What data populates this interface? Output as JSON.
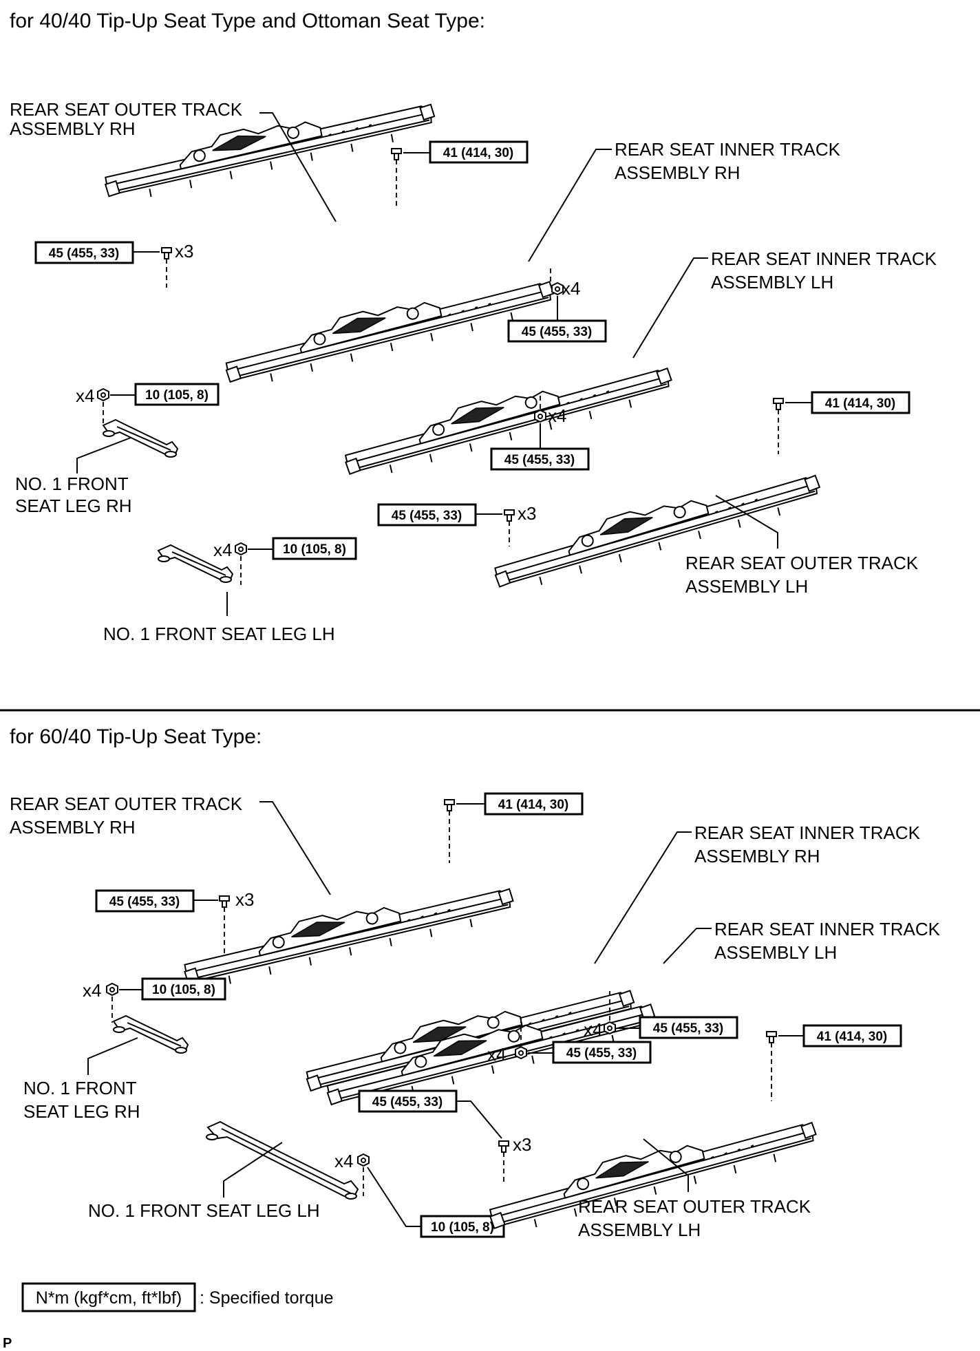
{
  "sections": [
    {
      "header": "for 40/40 Tip-Up Seat Type and Ottoman Seat Type:",
      "labels": {
        "outer_rh": [
          "REAR SEAT OUTER TRACK",
          "ASSEMBLY RH"
        ],
        "inner_rh": [
          "REAR SEAT INNER TRACK",
          "ASSEMBLY RH"
        ],
        "inner_lh": [
          "REAR SEAT INNER TRACK",
          "ASSEMBLY LH"
        ],
        "outer_lh": [
          "REAR SEAT OUTER TRACK",
          "ASSEMBLY LH"
        ],
        "leg_rh": [
          "NO. 1 FRONT",
          "SEAT LEG RH"
        ],
        "leg_lh": [
          "NO. 1 FRONT SEAT LEG LH"
        ]
      },
      "torques": {
        "t41_a": "41 (414, 30)",
        "t45_a": "45 (455, 33)",
        "t45_b": "45 (455, 33)",
        "t10_a": "10 (105, 8)",
        "t45_c": "45 (455, 33)",
        "t41_b": "41 (414, 30)",
        "t45_d": "45 (455, 33)",
        "t10_b": "10 (105, 8)"
      },
      "qty": {
        "q1": "x3",
        "q2": "x4",
        "q3": "x4",
        "q4": "x4",
        "q5": "x3",
        "q6": "x4"
      }
    },
    {
      "header": "for 60/40 Tip-Up Seat Type:",
      "labels": {
        "outer_rh": [
          "REAR SEAT OUTER TRACK",
          "ASSEMBLY RH"
        ],
        "inner_rh": [
          "REAR SEAT INNER TRACK",
          "ASSEMBLY RH"
        ],
        "inner_lh": [
          "REAR SEAT INNER TRACK",
          "ASSEMBLY LH"
        ],
        "outer_lh": [
          "REAR SEAT OUTER TRACK",
          "ASSEMBLY LH"
        ],
        "leg_rh": [
          "NO. 1 FRONT",
          "SEAT LEG RH"
        ],
        "leg_lh": [
          "NO. 1 FRONT SEAT LEG LH"
        ]
      },
      "torques": {
        "t41_a": "41 (414, 30)",
        "t45_a": "45 (455, 33)",
        "t10_a": "10 (105, 8)",
        "t45_b": "45 (455, 33)",
        "t45_c": "45 (455, 33)",
        "t41_b": "41 (414, 30)",
        "t45_d": "45 (455, 33)",
        "t10_b": "10 (105, 8)"
      },
      "qty": {
        "q1": "x3",
        "q2": "x4",
        "q3": "x4",
        "q4": "x4",
        "q5": "x3",
        "q6": "x4"
      }
    }
  ],
  "legend": {
    "unit": "N*m (kgf*cm, ft*lbf)",
    "text": ": Specified torque"
  },
  "page_mark": "P"
}
